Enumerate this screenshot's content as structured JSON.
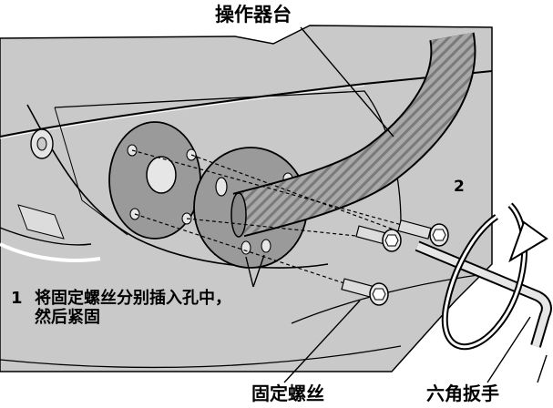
{
  "labels": {
    "console": "操作器台",
    "step2_number": "2",
    "step1_number": "1",
    "step1_line1": "将固定螺丝分别插入孔中，",
    "step1_line2": "然后紧固",
    "bolt": "固定螺丝",
    "wrench": "六角扳手"
  },
  "colors": {
    "panel": "#c8c8c8",
    "panel_light": "#e2e2e2",
    "plate": "#9a9a9a",
    "hose": "#a5a5a5",
    "line": "#000000"
  },
  "icons": [
    "rotation-arrow-icon"
  ]
}
